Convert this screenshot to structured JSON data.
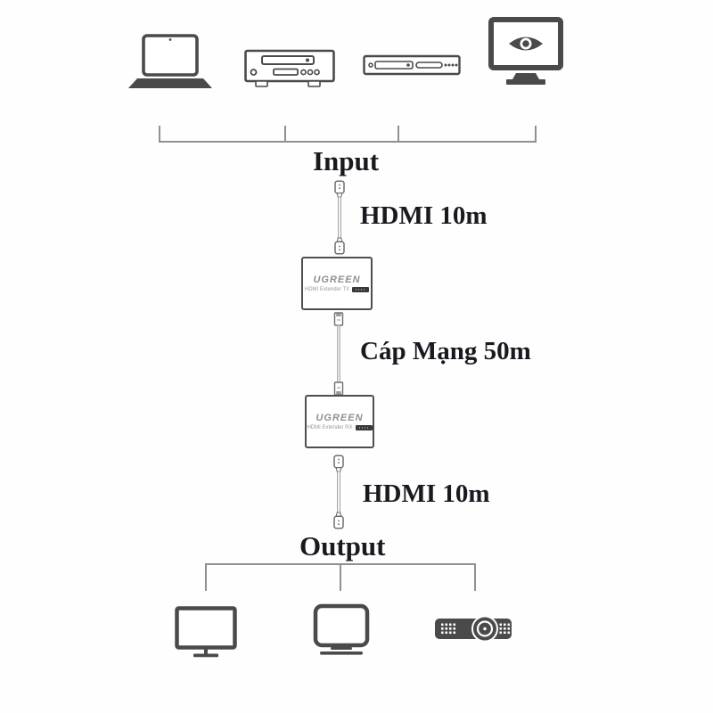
{
  "diagram": {
    "input": {
      "label": "Input"
    },
    "output": {
      "label": "Output"
    },
    "cable_labels": {
      "hdmi_top": "HDMI 10m",
      "network_middle": "Cáp Mạng 50m",
      "hdmi_bottom": "HDMI 10m"
    },
    "extender_tx": {
      "brand": "UGREEN",
      "model": "HDMI Extender TX",
      "badge_icon": "dark-label-chip"
    },
    "extender_rx": {
      "brand": "UGREEN",
      "model": "HDMI Extender RX",
      "badge_icon": "dark-label-chip"
    },
    "input_devices": [
      "laptop-icon",
      "dvd-player-icon",
      "media-player-icon",
      "display-with-eye-icon"
    ],
    "output_devices": [
      "tv-icon",
      "monitor-icon",
      "projector-icon"
    ],
    "cables": [
      "hdmi-cable-icon",
      "ethernet-cable-icon",
      "hdmi-cable-icon"
    ],
    "colors": {
      "icon_gray": "#4a4a4a",
      "line_gray": "#909090",
      "text_dark": "#191920",
      "badge_dark": "#3a3a3a",
      "background": "#ffffff"
    }
  }
}
